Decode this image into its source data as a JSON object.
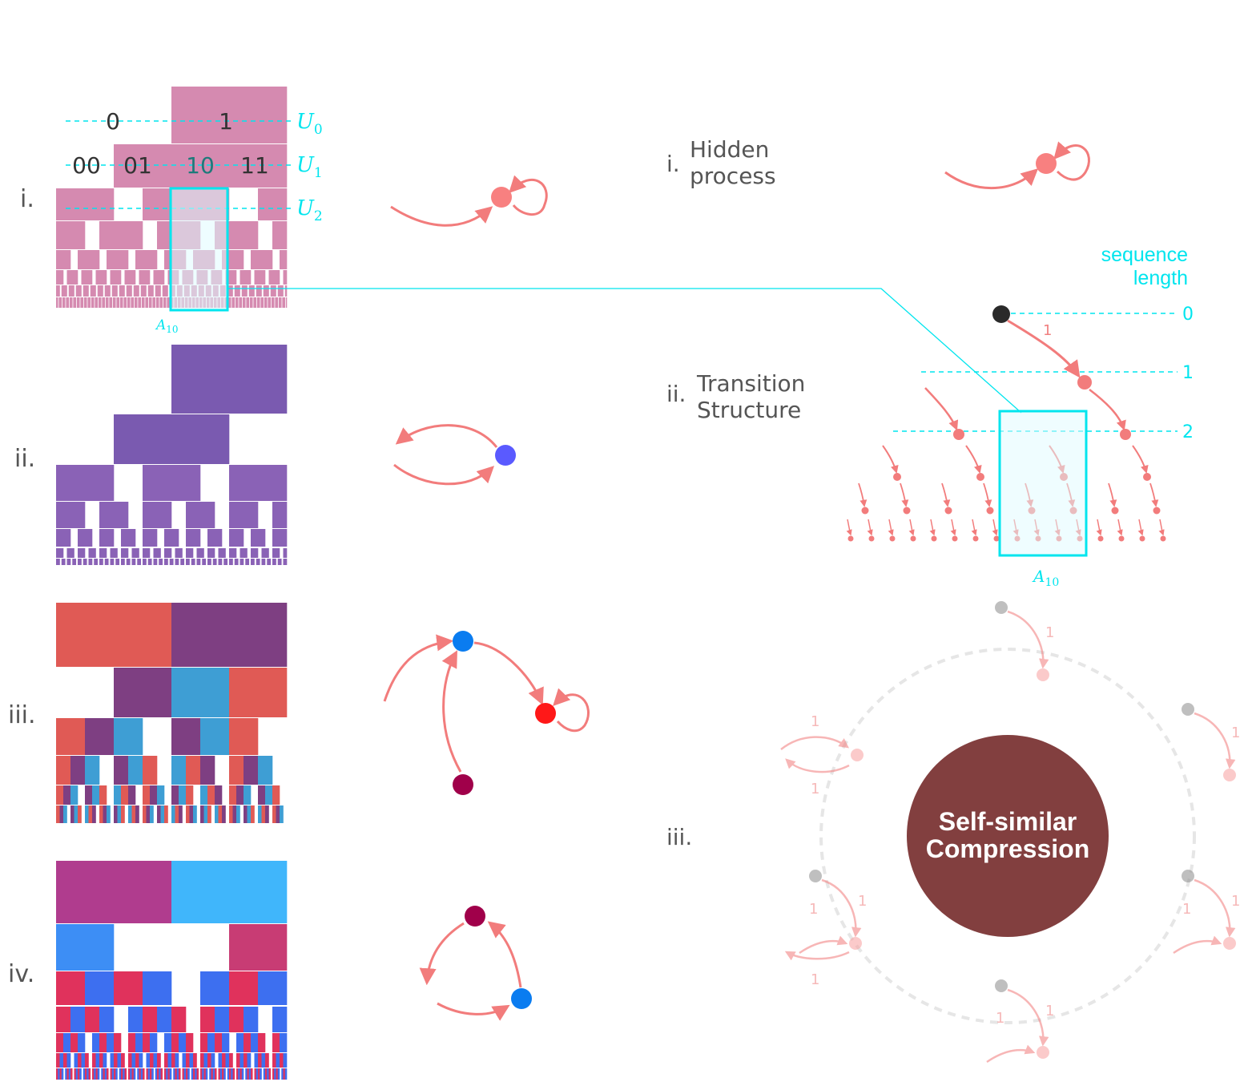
{
  "colors": {
    "cyan": "#00e5ee",
    "edge": "#f27c7c",
    "node_salmon": "#f88080",
    "rowI": "#d58ab0",
    "rowII": "#7a5ab0",
    "center": "#823f3f"
  },
  "panels": {
    "row_labels": [
      "i.",
      "ii.",
      "iii.",
      "iv."
    ],
    "cells_U0": [
      "0",
      "1"
    ],
    "cells_U1": [
      "00",
      "01",
      "10",
      "11"
    ],
    "u_labels": [
      {
        "main": "U",
        "sub": "0"
      },
      {
        "main": "U",
        "sub": "1"
      },
      {
        "main": "U",
        "sub": "2"
      }
    ],
    "a10_left": {
      "main": "A",
      "sub": "10"
    }
  },
  "right": {
    "section_i": {
      "numeral": "i.",
      "line1": "Hidden",
      "line2": "process"
    },
    "section_ii": {
      "numeral": "ii.",
      "line1": "Transition",
      "line2": "Structure"
    },
    "section_iii": {
      "numeral": "iii."
    },
    "seq_label": {
      "line1": "sequence",
      "line2": "length"
    },
    "levels": [
      "0",
      "1",
      "2"
    ],
    "edge_weight": "1",
    "a10_right": {
      "main": "A",
      "sub": "10"
    },
    "center_label": {
      "line1": "Self-similar",
      "line2": "Compression"
    }
  }
}
